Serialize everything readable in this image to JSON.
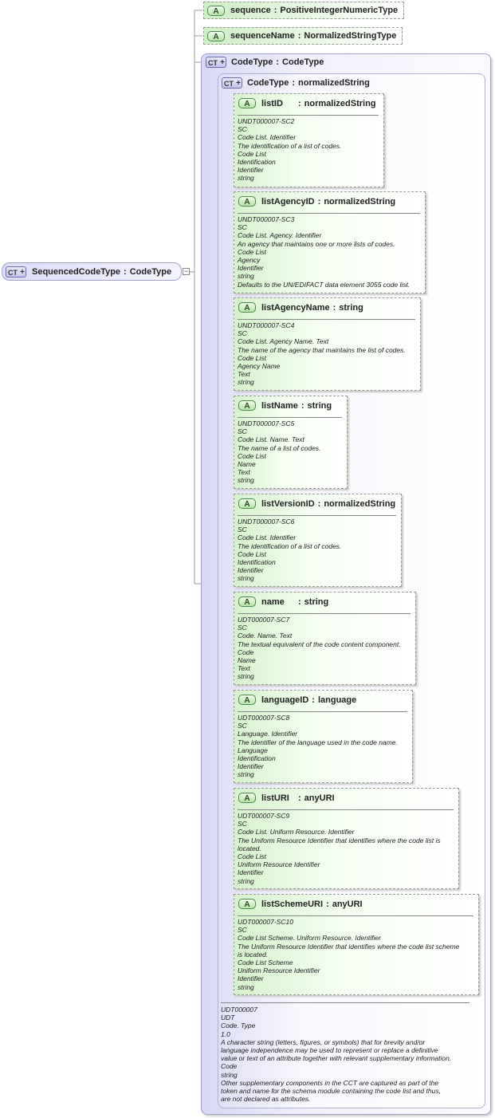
{
  "root": {
    "badge": "CT",
    "name": "SequencedCodeType",
    "sep": ":",
    "type": "CodeType"
  },
  "top_attrs": [
    {
      "badge": "A",
      "name": "sequence",
      "sep": ":",
      "type": "PositiveIntegerNumericType"
    },
    {
      "badge": "A",
      "name": "sequenceName",
      "sep": ":",
      "type": "NormalizedStringType"
    }
  ],
  "outer_ct": {
    "badge": "CT",
    "name": "CodeType",
    "sep": ":",
    "type": "CodeType"
  },
  "inner_ct": {
    "badge": "CT",
    "name": "CodeType",
    "sep": ":",
    "type": "normalizedString"
  },
  "attributes": [
    {
      "badge": "A",
      "name": "listID",
      "sep": ":",
      "type": "normalizedString",
      "doc": "UNDT000007-SC2\nSC\nCode List. Identifier\nThe identification of a list of codes.\nCode List\nIdentification\nIdentifier\nstring"
    },
    {
      "badge": "A",
      "name": "listAgencyID",
      "sep": ":",
      "type": "normalizedString",
      "doc": "UNDT000007-SC3\nSC\nCode List. Agency. Identifier\nAn agency that maintains one or more lists of codes.\nCode List\nAgency\nIdentifier\nstring\nDefaults to the UN/EDIFACT data element 3055 code list."
    },
    {
      "badge": "A",
      "name": "listAgencyName",
      "sep": ":",
      "type": "string",
      "doc": "UNDT000007-SC4\nSC\nCode List. Agency Name. Text\nThe name of the agency that maintains the list of codes.\nCode List\nAgency Name\nText\nstring"
    },
    {
      "badge": "A",
      "name": "listName",
      "sep": ":",
      "type": "string",
      "doc": "UNDT000007-SC5\nSC\nCode List. Name. Text\nThe name of a list of codes.\nCode List\nName\nText\nstring"
    },
    {
      "badge": "A",
      "name": "listVersionID",
      "sep": ":",
      "type": "normalizedString",
      "doc": "UNDT000007-SC6\nSC\nCode List. Identifier\nThe identification of a list of codes.\nCode List\nIdentification\nIdentifier\nstring"
    },
    {
      "badge": "A",
      "name": "name",
      "sep": ":",
      "type": "string",
      "doc": "UDT000007-SC7\nSC\nCode. Name. Text\nThe textual equivalent of the code content component.\nCode\nName\nText\nstring"
    },
    {
      "badge": "A",
      "name": "languageID",
      "sep": ":",
      "type": "language",
      "doc": "UDT000007-SC8\nSC\nLanguage. Identifier\nThe identifier of the language used in the code name.\nLanguage\nIdentification\nIdentifier\nstring"
    },
    {
      "badge": "A",
      "name": "listURI",
      "sep": ":",
      "type": "anyURI",
      "doc": "UDT000007-SC9\nSC\nCode List. Uniform Resource. Identifier\nThe Uniform Resource Identifier that identifies where the code list is\nlocated.\nCode List\nUniform Resource Identifier\nIdentifier\nstring"
    },
    {
      "badge": "A",
      "name": "listSchemeURI",
      "sep": ":",
      "type": "anyURI",
      "doc": "UDT000007-SC10\nSC\nCode List Scheme. Uniform Resource. Identifier\nThe Uniform Resource Identifier that identifies where the code list scheme\nis located.\nCode List Scheme\nUniform Resource Identifier\nIdentifier\nstring"
    }
  ],
  "type_doc": "UDT000007\nUDT\nCode. Type\n1.0\nA character string (letters, figures, or symbols) that for brevity and/or\nlanguage independence may be used to represent or replace a definitive\nvalue or text of an attribute together with relevant supplementary information.\nCode\nstring\nOther supplementary components in the CCT are captured as part of the\ntoken and name for the schema module containing the code list and thus,\nare not declared as attributes."
}
